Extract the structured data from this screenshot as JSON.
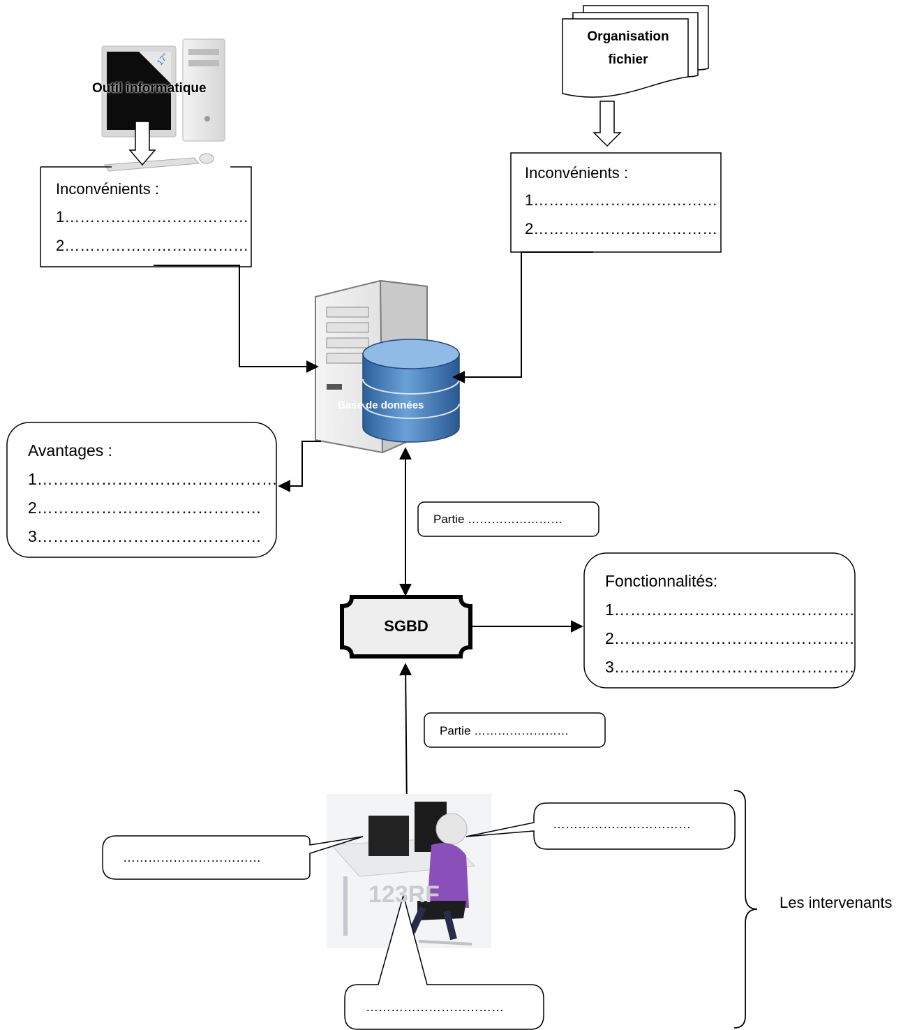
{
  "pc": {
    "label": "Outil informatique",
    "monitor_badge": "17\""
  },
  "file_org": {
    "label_line1": "Organisation",
    "label_line2": "fichier"
  },
  "left_drawbacks": {
    "title": "Inconvénients :",
    "items": [
      "1………………………………",
      "2………………………………"
    ]
  },
  "right_drawbacks": {
    "title": "Inconvénients :",
    "items": [
      "1………………………………",
      "2………………………………"
    ]
  },
  "database": {
    "label": "Base de données"
  },
  "advantages": {
    "title": "Avantages :",
    "items": [
      "1………………………………………",
      "2……………………………………",
      "3……………………………………"
    ]
  },
  "upper_part": {
    "label": "Partie ……………………"
  },
  "sgbd": {
    "label": "SGBD"
  },
  "features": {
    "title": "Fonctionnalités:",
    "items": [
      "1………………………………………",
      "2………………………………………",
      "3………………………………………"
    ]
  },
  "lower_part": {
    "label": "Partie ……………………"
  },
  "actors": {
    "bubble_left": "……………………………",
    "bubble_right": "……………………………",
    "bubble_bottom": "……………………………",
    "group_label": "Les intervenants",
    "watermark": "123RF"
  },
  "colors": {
    "db_blue": "#3f78b6",
    "db_top": "#8fbbe6",
    "sgbd_fill": "#eeeeee",
    "shirt": "#8a4fb8"
  }
}
